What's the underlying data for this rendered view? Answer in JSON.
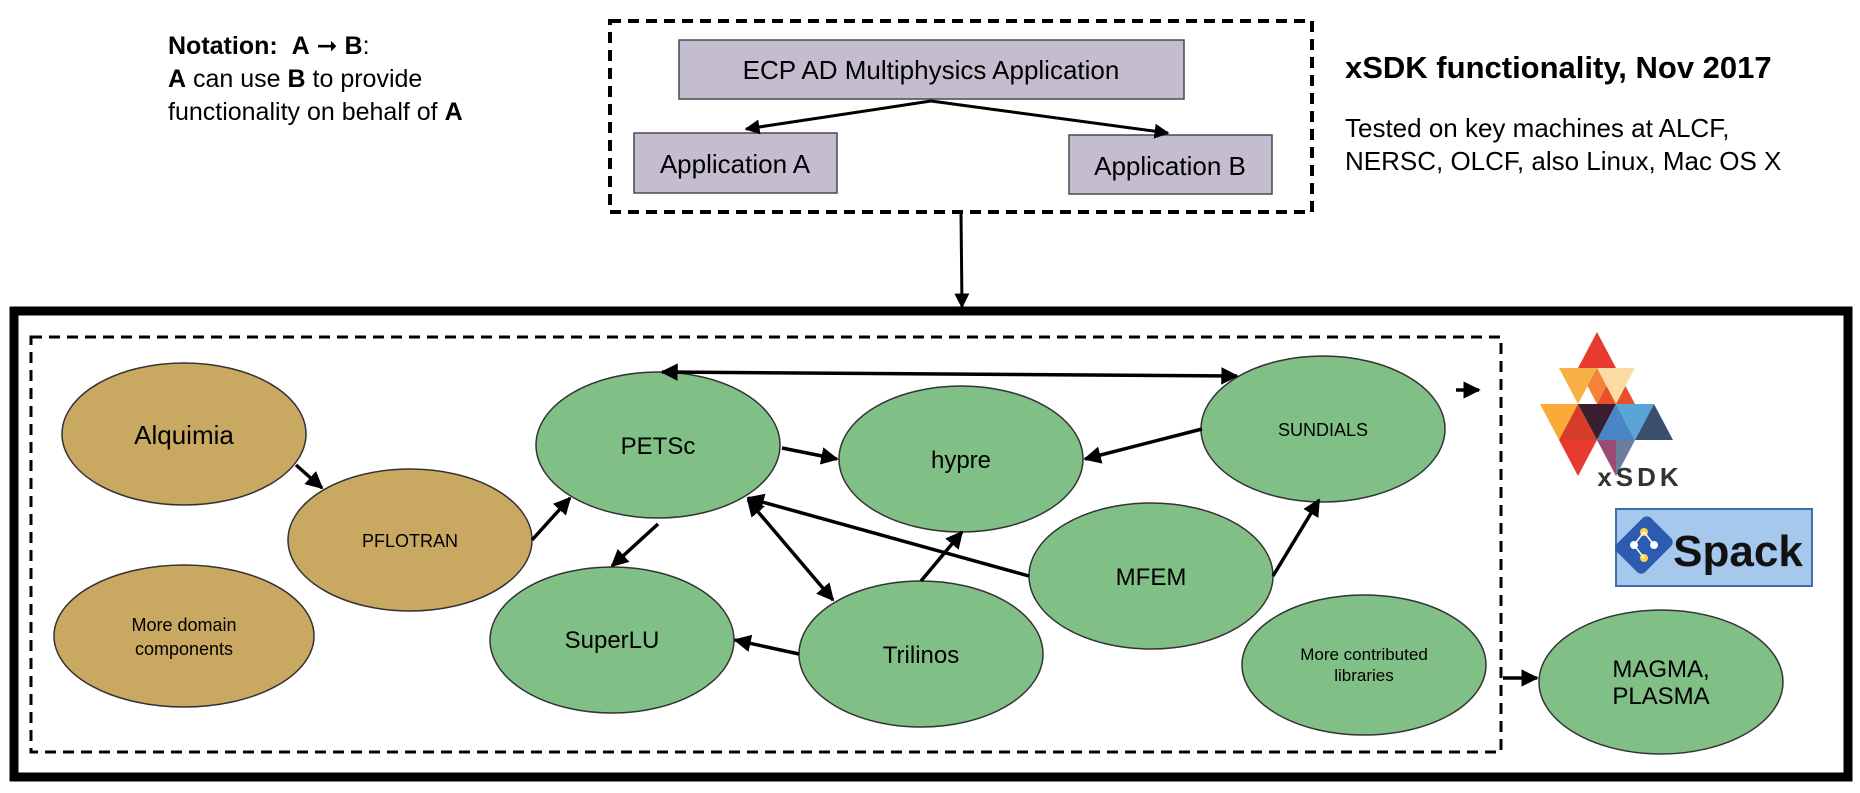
{
  "notation": {
    "heading": "Notation:",
    "arrow_from": "A",
    "arrow_to": "B",
    "line2_bold": "A",
    "line2_rest": " can use ",
    "line2_bold2": "B",
    "line2_end": " to provide",
    "line3": "functionality on behalf of ",
    "line3_bold": "A"
  },
  "title": "xSDK functionality, Nov 2017",
  "subtitle": "Tested on key machines at ALCF, NERSC, OLCF, also Linux, Mac OS X",
  "apps": {
    "main": "ECP AD Multiphysics Application",
    "a": "Application A",
    "b": "Application B"
  },
  "nodes": {
    "alquimia": "Alquimia",
    "pflotran": "PFLOTRAN",
    "more_domain_1": "More domain",
    "more_domain_2": "components",
    "petsc": "PETSc",
    "hypre": "hypre",
    "sundials": "SUNDIALS",
    "superlu": "SuperLU",
    "trilinos": "Trilinos",
    "mfem": "MFEM",
    "more_contrib_1": "More contributed",
    "more_contrib_2": "libraries",
    "magma_1": "MAGMA,",
    "magma_2": "PLASMA"
  },
  "logos": {
    "xsdk": "xSDK",
    "spack": "Spack"
  },
  "colors": {
    "domain_fill": "#c9a961",
    "library_fill": "#80bf86",
    "app_fill": "#c4bdd0",
    "spack_bg": "#a6c8ec",
    "spack_icon": "#2c5bb0"
  }
}
